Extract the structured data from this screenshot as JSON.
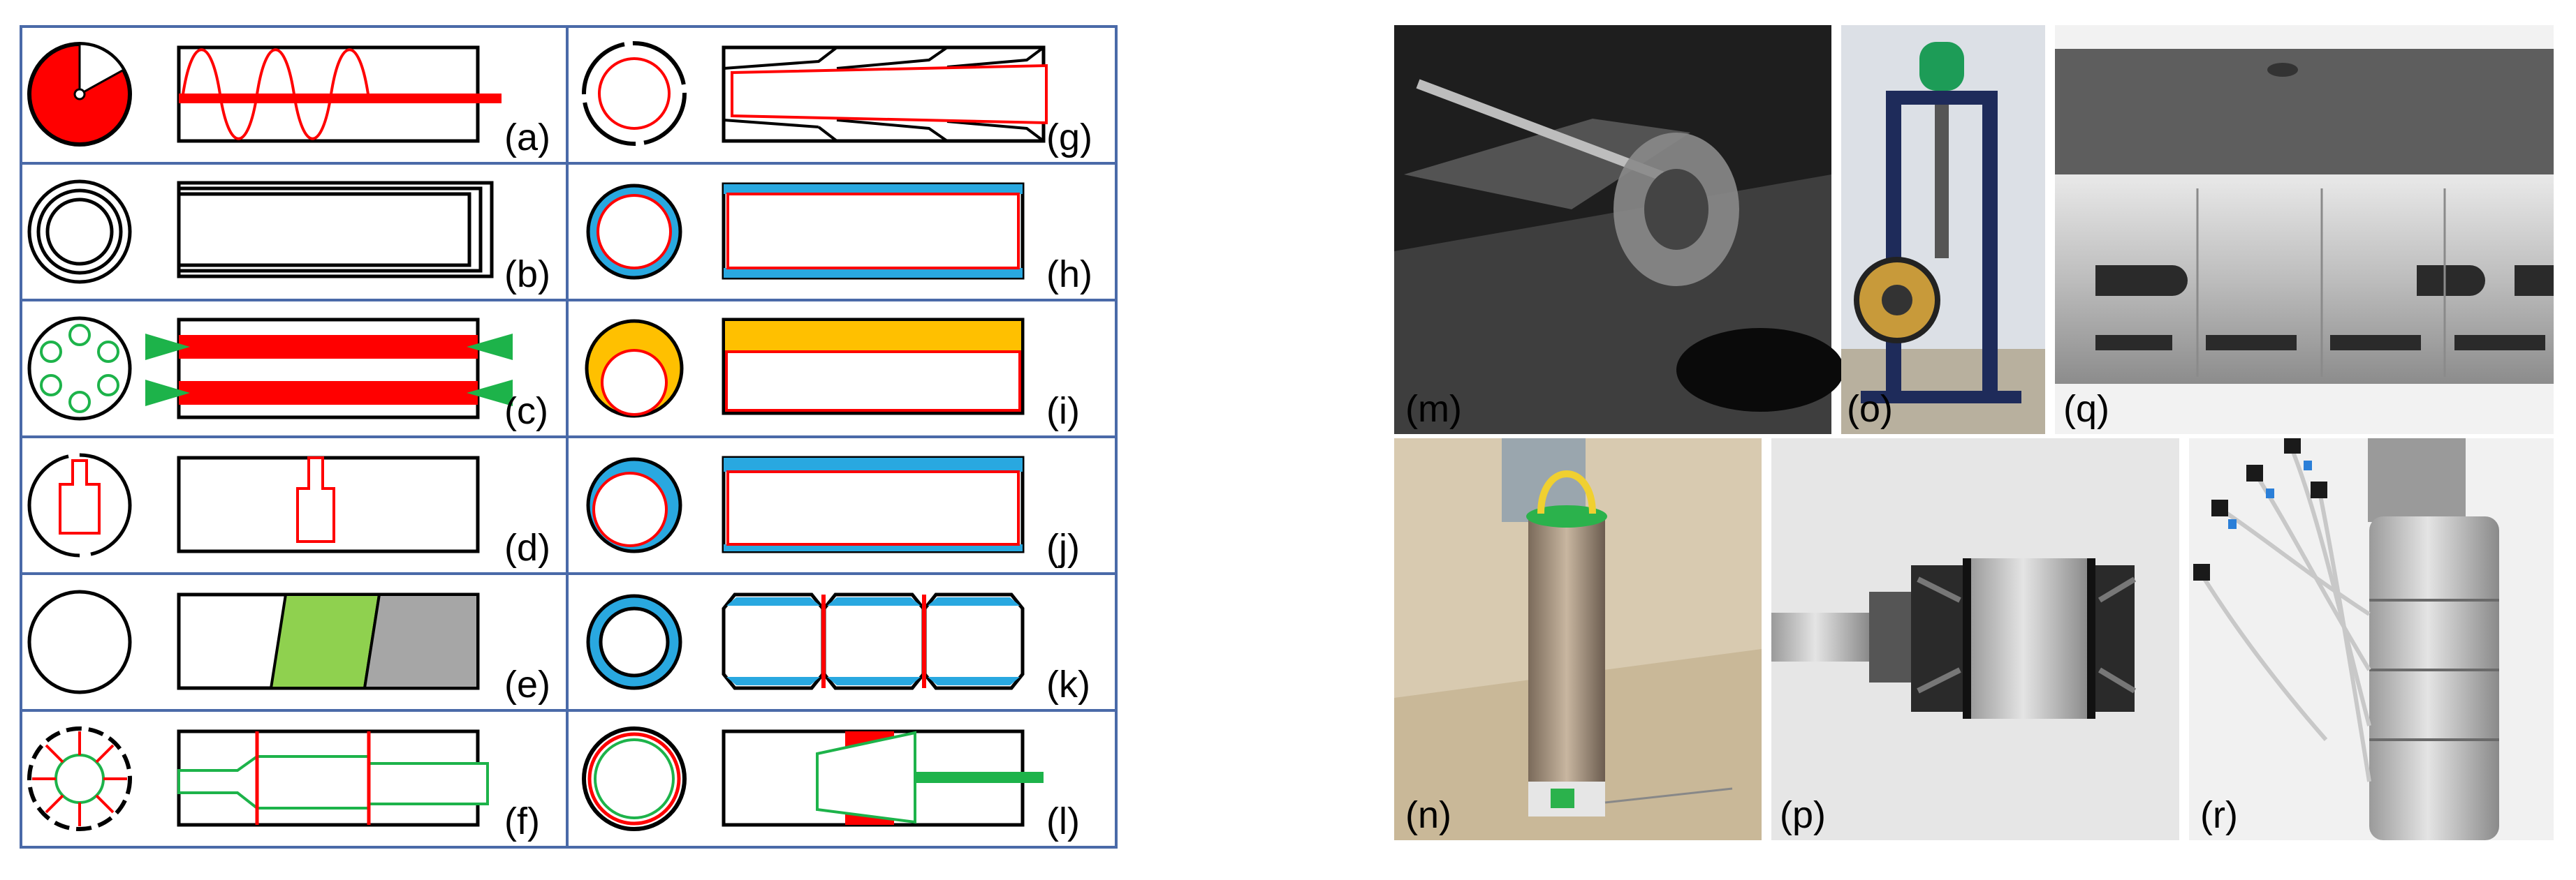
{
  "schematic_labels": {
    "a": "(a)",
    "b": "(b)",
    "c": "(c)",
    "d": "(d)",
    "e": "(e)",
    "f": "(f)",
    "g": "(g)",
    "h": "(h)",
    "i": "(i)",
    "j": "(j)",
    "k": "(k)",
    "l": "(l)"
  },
  "photo_labels": {
    "m": "(m)",
    "o": "(o)",
    "q": "(q)",
    "n": "(n)",
    "p": "(p)",
    "r": "(r)"
  },
  "colors": {
    "red": "#ff0000",
    "green": "#1db34a",
    "lime": "#8fd14f",
    "gray": "#a6a6a6",
    "blue": "#29a8e0",
    "amber": "#ffc000",
    "frame": "#4a6aa8"
  }
}
